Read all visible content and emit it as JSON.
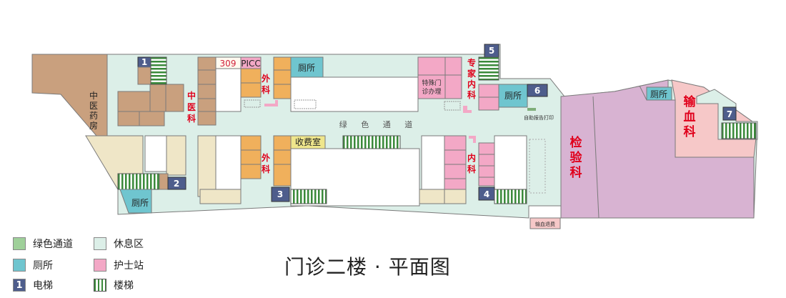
{
  "title": "门诊二楼 · 平面图",
  "colors": {
    "green_channel": "#9fd09a",
    "rest_area": "#dcefe8",
    "toilet": "#6fc5cf",
    "nurse_station": "#f3a8c6",
    "elevator": "#4e5d8c",
    "stairs": "#3a8a3a",
    "room_brown": "#c9a07e",
    "room_orange": "#f0b05c",
    "lab": "#d8b3d2",
    "transfusion": "#f6c8c8",
    "beige": "#efe6c7",
    "label_red": "#e0001b"
  },
  "map": {
    "corridor": "绿 色 通 道",
    "rooms": {
      "tcm_pharmacy": "中医药房",
      "tcm": "中医科",
      "room_309": "309",
      "picc": "PICC",
      "surgery_top": "外科",
      "surgery_bottom": "外科",
      "toilet_1": "厕所",
      "toilet_2": "厕所",
      "toilet_3": "厕所",
      "toilet_4": "厕所",
      "special_office": "特殊门诊办理",
      "expert_internal": "专家内科",
      "internal": "内科",
      "cashier": "收费室",
      "lab": "检验科",
      "transfusion": "输血科",
      "blood_return": "输血退费",
      "report_print": "自助报告打印"
    },
    "elevators": [
      "1",
      "2",
      "3",
      "4",
      "5",
      "6",
      "7"
    ]
  },
  "legend": [
    {
      "label": "绿色通道",
      "type": "green_channel"
    },
    {
      "label": "休息区",
      "type": "rest_area"
    },
    {
      "label": "厕所",
      "type": "toilet"
    },
    {
      "label": "护士站",
      "type": "nurse_station"
    },
    {
      "label": "电梯",
      "type": "elevator",
      "num": "1"
    },
    {
      "label": "楼梯",
      "type": "stairs"
    }
  ]
}
